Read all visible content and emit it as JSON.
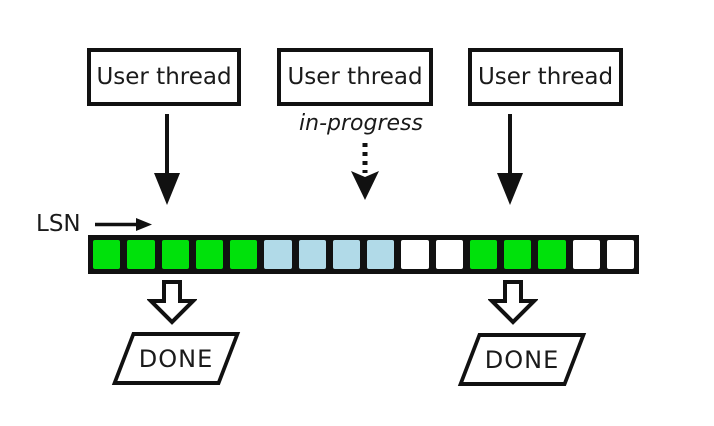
{
  "thread_boxes": [
    {
      "label": "User thread"
    },
    {
      "label": "User thread",
      "note": "in-progress"
    },
    {
      "label": "User thread"
    }
  ],
  "lsn": {
    "label": "LSN"
  },
  "log_bar": {
    "cells": [
      "green",
      "green",
      "green",
      "green",
      "green",
      "blue",
      "blue",
      "blue",
      "blue",
      "white",
      "white",
      "green",
      "green",
      "green",
      "white",
      "white"
    ]
  },
  "done_shapes": [
    {
      "label": "DONE"
    },
    {
      "label": "DONE"
    }
  ],
  "colors": {
    "green": "#00e10b",
    "blue": "#b1dae8",
    "white": "#ffffff",
    "line": "#111111"
  }
}
